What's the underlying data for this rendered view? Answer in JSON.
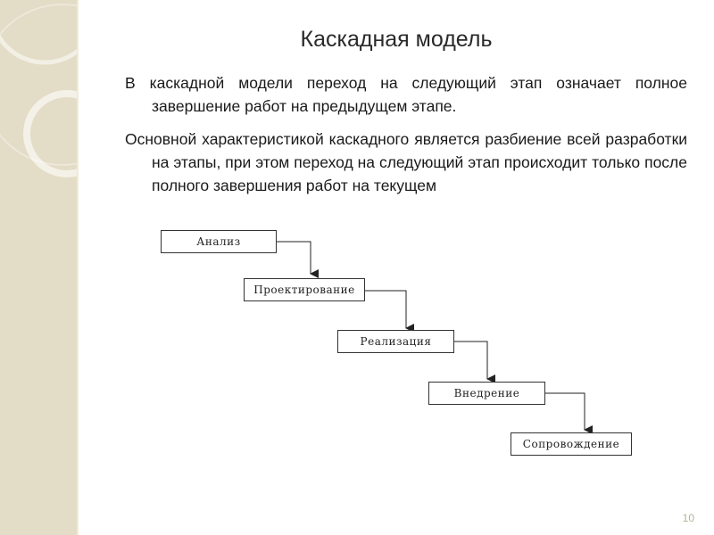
{
  "slide": {
    "title": "Каскадная модель",
    "paragraphs": [
      "В каскадной модели переход на следующий этап означает полное завершение работ на предыдущем этапе.",
      "Основной характеристикой каскадного является разбиение всей разработки на этапы, при этом переход на следующий этап происходит только после полного завершения работ на текущем"
    ],
    "page_number": "10"
  },
  "diagram": {
    "stages": [
      {
        "label": "Анализ"
      },
      {
        "label": "Проектирование"
      },
      {
        "label": "Реализация"
      },
      {
        "label": "Внедрение"
      },
      {
        "label": "Сопровождение"
      }
    ]
  },
  "colors": {
    "side_strip": "#e3dcc6",
    "arrow": "#222222"
  }
}
